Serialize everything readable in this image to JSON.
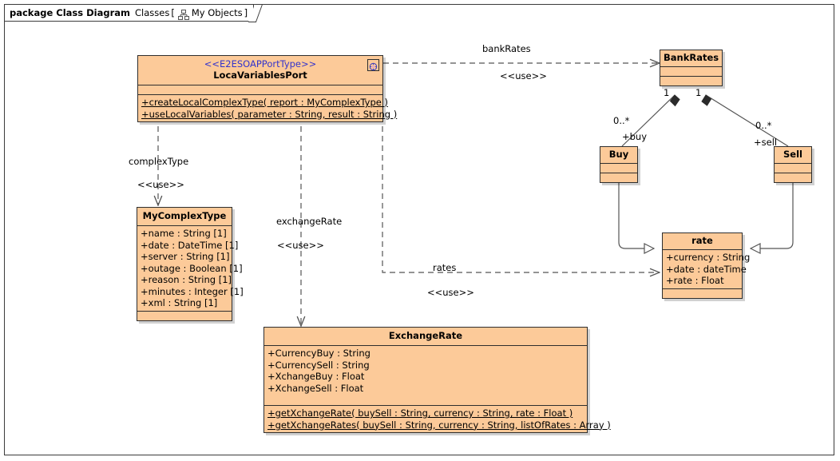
{
  "package": {
    "keyword": "package",
    "name": "Class Diagram",
    "qualifier": "Classes",
    "bracket_open": "[",
    "bracket_close": "]",
    "object_label": "My Objects",
    "icon": "hierarchy-icon"
  },
  "colors": {
    "class_fill": "#FCCA99",
    "class_border": "#2E2E2E",
    "stereotype_text": "#3333CC",
    "frame_border": "#3B3B3B",
    "connector": "#555555",
    "canvas": "#FFFFFF"
  },
  "classes": [
    {
      "id": "locaVariablesPort",
      "stereotype": "<<E2ESOAPPortType>>",
      "name": "LocaVariablesPort",
      "icon": "port-type-icon",
      "attributes": [],
      "operations": [
        "+createLocalComplexType( report : MyComplexType )",
        "+useLocalVariables( parameter : String, result : String )"
      ]
    },
    {
      "id": "myComplexType",
      "stereotype": "",
      "name": "MyComplexType",
      "attributes": [
        "+name : String [1]",
        "+date : DateTime [1]",
        "+server : String [1]",
        "+outage : Boolean [1]",
        "+reason : String [1]",
        "+minutes : Integer [1]",
        "+xml : String [1]"
      ],
      "operations": []
    },
    {
      "id": "exchangeRate",
      "stereotype": "",
      "name": "ExchangeRate",
      "attributes": [
        "+CurrencyBuy : String",
        "+CurrencySell : String",
        "+XchangeBuy : Float",
        "+XchangeSell : Float"
      ],
      "operations": [
        "+getXchangeRate( buySell : String, currency : String, rate : Float )",
        "+getXchangeRates( buySell : String, currency : String, listOfRates : Array )"
      ]
    },
    {
      "id": "bankRates",
      "stereotype": "",
      "name": "BankRates",
      "attributes": [],
      "operations": []
    },
    {
      "id": "buy",
      "stereotype": "",
      "name": "Buy",
      "attributes": [],
      "operations": []
    },
    {
      "id": "sell",
      "stereotype": "",
      "name": "Sell",
      "attributes": [],
      "operations": []
    },
    {
      "id": "rate",
      "stereotype": "",
      "name": "rate",
      "attributes": [
        "+currency : String",
        "+date : dateTime",
        "+rate : Float"
      ],
      "operations": []
    }
  ],
  "connectors": [
    {
      "id": "c-bankRates",
      "kind": "dependency",
      "from": "locaVariablesPort",
      "to": "bankRates",
      "name": "bankRates",
      "stereotype": "<<use>>"
    },
    {
      "id": "c-rates",
      "kind": "dependency",
      "from": "locaVariablesPort",
      "to": "rate",
      "name": "rates",
      "stereotype": "<<use>>"
    },
    {
      "id": "c-complexType",
      "kind": "dependency",
      "from": "locaVariablesPort",
      "to": "myComplexType",
      "name": "complexType",
      "stereotype": "<<use>>"
    },
    {
      "id": "c-exchangeRate",
      "kind": "dependency",
      "from": "locaVariablesPort",
      "to": "exchangeRate",
      "name": "exchangeRate",
      "stereotype": "<<use>>"
    },
    {
      "id": "c-buy",
      "kind": "composition",
      "from": "bankRates",
      "to": "buy",
      "source_mult": "1",
      "target_mult": "0..*",
      "target_role": "+buy"
    },
    {
      "id": "c-sell",
      "kind": "composition",
      "from": "bankRates",
      "to": "sell",
      "source_mult": "1",
      "target_mult": "0..*",
      "target_role": "+sell"
    },
    {
      "id": "c-buy-rate",
      "kind": "generalization",
      "from": "buy",
      "to": "rate"
    },
    {
      "id": "c-sell-rate",
      "kind": "generalization",
      "from": "sell",
      "to": "rate"
    }
  ]
}
